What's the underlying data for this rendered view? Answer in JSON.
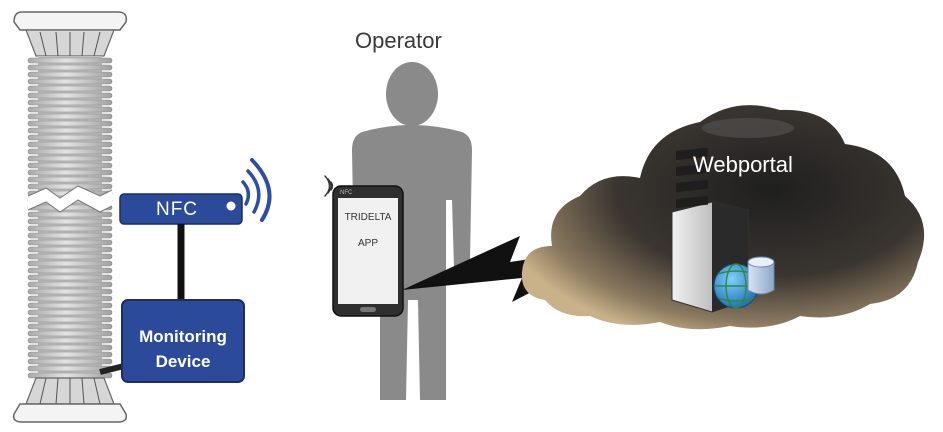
{
  "labels": {
    "operator": "Operator",
    "webportal": "Webportal",
    "nfc": "NFC",
    "monitoring_line1": "Monitoring",
    "monitoring_line2": "Device",
    "app_line1": "TRIDELTA",
    "app_line2": "APP",
    "phone_nfc": "NFC"
  },
  "colors": {
    "device_blue": "#2b4a9a",
    "signal_blue": "#2c4fa3",
    "person_gray": "#8a8a8a",
    "cloud_dark": "#2e2e2e",
    "insulator_gray": "#c9c9c9"
  },
  "icons": [
    "nfc-waves-icon",
    "phone-nfc-icon",
    "lightning-bolt-icon",
    "server-icon",
    "globe-icon",
    "database-icon"
  ]
}
